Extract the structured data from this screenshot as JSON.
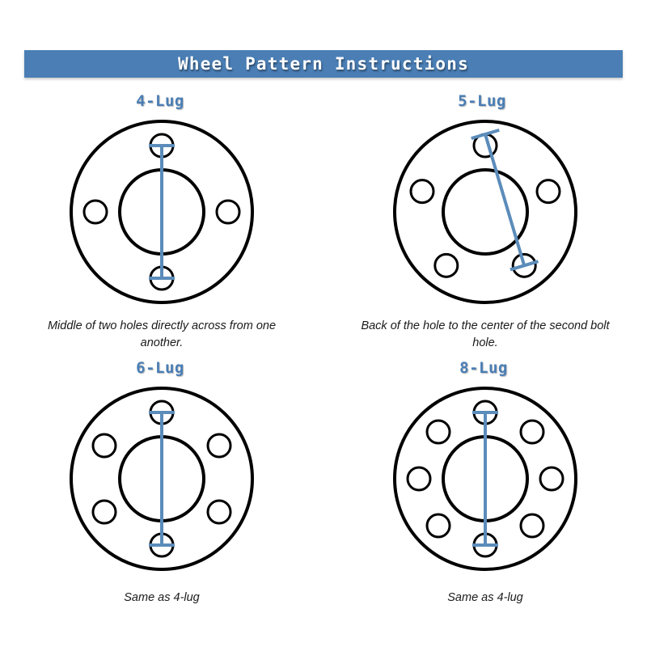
{
  "header": {
    "title": "Wheel Pattern Instructions",
    "banner_color": "#4a7eb5",
    "title_color": "#ffffff"
  },
  "style": {
    "accent_blue": "#4a7eb5",
    "measure_line_color": "#5b8cba",
    "outline_color": "#000000",
    "background": "#ffffff"
  },
  "diagrams": [
    {
      "id": "four-lug",
      "title": "4-Lug",
      "lug_count": 4,
      "caption": "Middle of two holes directly across from one another.",
      "measurement": "center-to-center",
      "hole_angles_deg": [
        0,
        90,
        180,
        270
      ]
    },
    {
      "id": "five-lug",
      "title": "5-Lug",
      "lug_count": 5,
      "caption": "Back of the hole to the center of the second bolt hole.",
      "measurement": "back-of-hole-to-center-of-second-hole",
      "hole_angles_deg": [
        0,
        72,
        144,
        216,
        288
      ]
    },
    {
      "id": "six-lug",
      "title": "6-Lug",
      "lug_count": 6,
      "caption": "Same as 4-lug",
      "measurement": "center-to-center",
      "hole_angles_deg": [
        0,
        60,
        120,
        180,
        240,
        300
      ]
    },
    {
      "id": "eight-lug",
      "title": "8-Lug",
      "lug_count": 8,
      "caption": "Same as 4-lug",
      "measurement": "center-to-center",
      "hole_angles_deg": [
        0,
        45,
        90,
        135,
        180,
        225,
        270,
        315
      ]
    }
  ]
}
